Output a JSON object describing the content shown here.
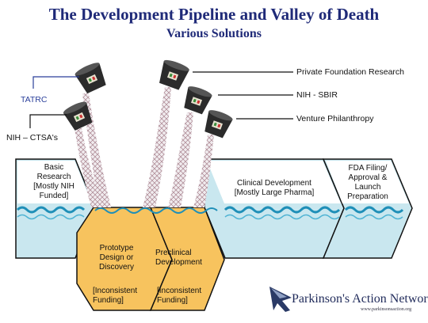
{
  "title": "The Development Pipeline and Valley of Death",
  "subtitle": "Various Solutions",
  "funders": {
    "tatrc": "TATRC",
    "ctsa": "NIH – CTSA's",
    "private_foundation": "Private Foundation Research",
    "sbir": "NIH - SBIR",
    "venture": "Venture Philanthropy"
  },
  "stages": {
    "basic": "Basic\nResearch\n[Mostly NIH\nFunded]",
    "prototype": "Prototype\nDesign or\nDiscovery",
    "prototype_funding": "[Inconsistent\nFunding]",
    "preclinical": "Preclinical\nDevelopment",
    "preclinical_funding": "[Inconsistent\nFunding]",
    "clinical": "Clinical Development\n[Mostly Large Pharma]",
    "fda": "FDA Filing/\nApproval &\nLaunch\nPreparation"
  },
  "logo": {
    "name": "Parkinson's Action Network",
    "url": "www.parkinsonsaction.org"
  },
  "colors": {
    "title": "#1f2a78",
    "water": "#c9e7ef",
    "wave": "#1f8fb8",
    "orange": "#f7c35e",
    "bucket": "#2b2b2b"
  }
}
